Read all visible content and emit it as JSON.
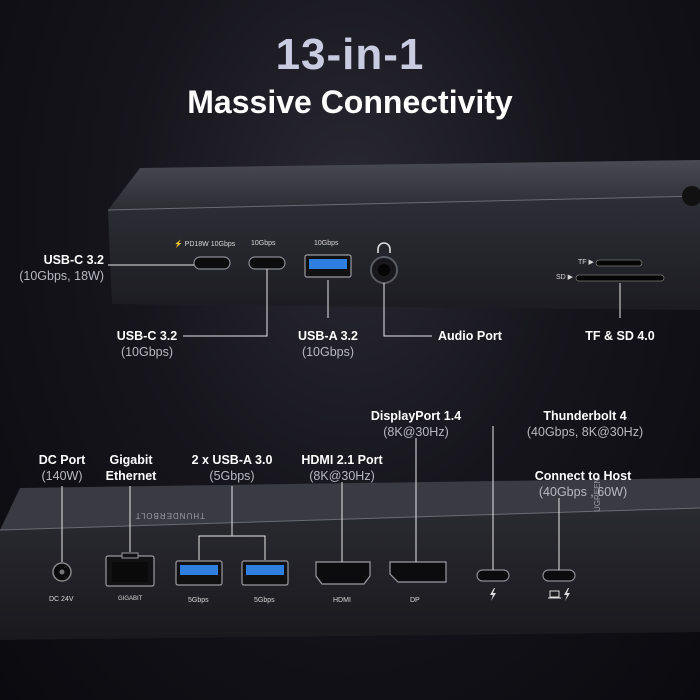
{
  "title": "13-in-1",
  "subtitle": "Massive Connectivity",
  "top_labels": {
    "usbc_pd": {
      "name": "USB-C 3.2",
      "spec": "(10Gbps, 18W)"
    },
    "usbc": {
      "name": "USB-C 3.2",
      "spec": "(10Gbps)"
    },
    "usba": {
      "name": "USB-A 3.2",
      "spec": "(10Gbps)"
    },
    "audio": {
      "name": "Audio Port"
    },
    "card": {
      "name": "TF & SD 4.0"
    }
  },
  "top_port_text": {
    "pd": "⚡ PD18W 10Gbps",
    "c2": "10Gbps",
    "a": "10Gbps",
    "tf": "TF ▶",
    "sd": "SD ▶"
  },
  "bottom_labels": {
    "dc": {
      "name": "DC Port",
      "spec": "(140W)"
    },
    "eth": {
      "name": "Gigabit",
      "name2": "Ethernet"
    },
    "usba": {
      "name": "2 x USB-A 3.0",
      "spec": "(5Gbps)"
    },
    "hdmi": {
      "name": "HDMI 2.1 Port",
      "spec": "(8K@30Hz)"
    },
    "dp": {
      "name": "DisplayPort  1.4",
      "spec": "(8K@30Hz)"
    },
    "tb4": {
      "name": "Thunderbolt 4",
      "spec": "(40Gbps, 8K@30Hz)"
    },
    "host": {
      "name": "Connect to Host",
      "spec": "(40Gbps , 60W)"
    }
  },
  "bottom_port_text": {
    "dc": "DC 24V",
    "eth": "GIGABIT",
    "usb1": "5Gbps",
    "usb2": "5Gbps",
    "hdmi": "HDMI",
    "dp": "DP"
  },
  "colors": {
    "usb_a_blue": "#2e7fe0",
    "accent_label": "#ffffff"
  }
}
